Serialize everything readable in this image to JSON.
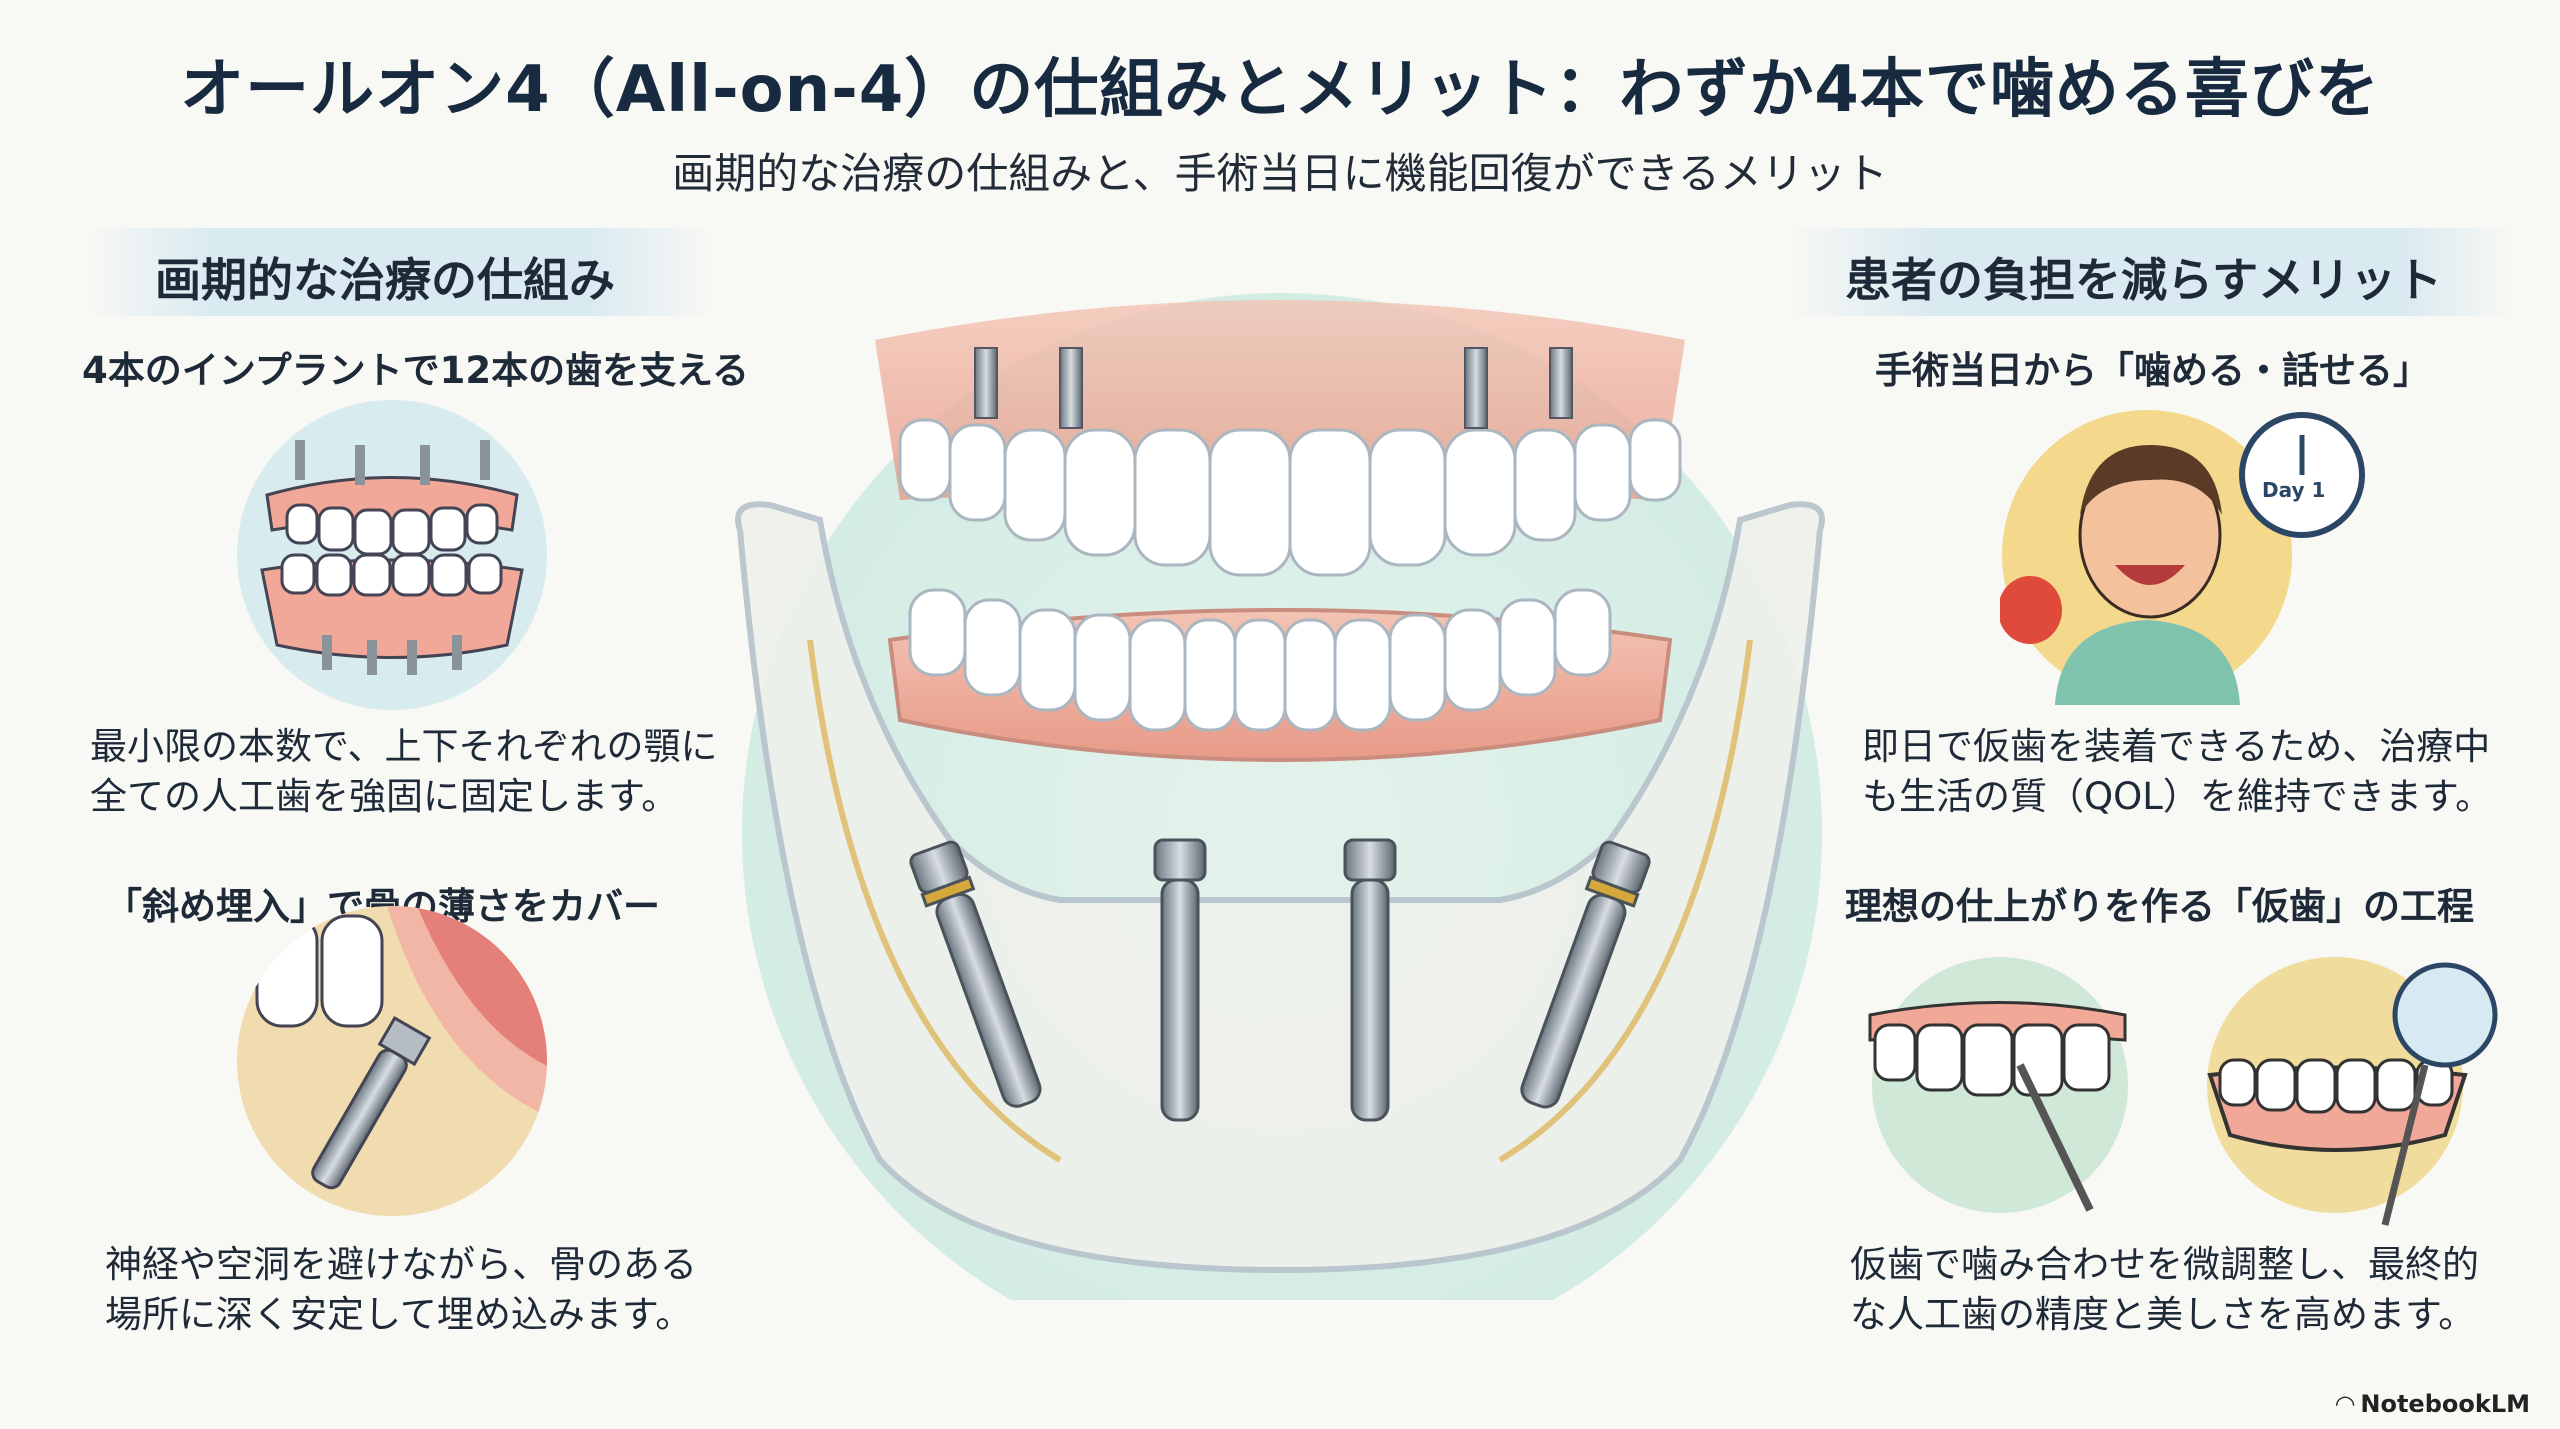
{
  "header": {
    "title": "オールオン4（All-on-4）の仕組みとメリット：わずか4本で噛める喜びを",
    "subtitle": "画期的な治療の仕組みと、手術当日に機能回復ができるメリット"
  },
  "left": {
    "section_title": "画期的な治療の仕組み",
    "block1": {
      "heading": "4本のインプラントで12本の歯を支える",
      "lines": [
        "最小限の本数で、上下それぞれの顎に",
        "全ての人工歯を強固に固定します。"
      ]
    },
    "block2": {
      "heading": "「斜め埋入」で骨の薄さをカバー",
      "lines": [
        "神経や空洞を避けながら、骨のある",
        "場所に深く安定して埋め込みます。"
      ]
    }
  },
  "right": {
    "section_title": "患者の負担を減らすメリット",
    "block1": {
      "heading": "手術当日から「噛める・話せる」",
      "clock_label": "Day 1",
      "lines": [
        "即日で仮歯を装着できるため、治療中",
        "も生活の質（QOL）を維持できます。"
      ]
    },
    "block2": {
      "heading": "理想の仕上がりを作る「仮歯」の工程",
      "lines": [
        "仮歯で噛み合わせを微調整し、最終的",
        "な人工歯の精度と美しさを高めます。"
      ]
    }
  },
  "footer": {
    "brand": "NotebookLM"
  }
}
